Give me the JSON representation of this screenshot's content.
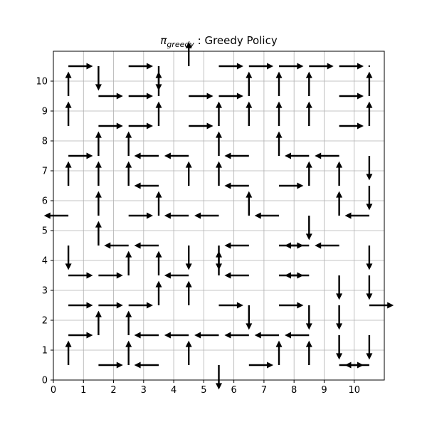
{
  "chart_data": {
    "type": "quiver",
    "title_symbol": "π",
    "title_subscript": "greedy",
    "title_text": " : Greedy Policy",
    "xlim": [
      0,
      11
    ],
    "ylim": [
      0,
      11
    ],
    "xticks": [
      0,
      1,
      2,
      3,
      4,
      5,
      6,
      7,
      8,
      9,
      10
    ],
    "yticks": [
      0,
      1,
      2,
      3,
      4,
      5,
      6,
      7,
      8,
      9,
      10
    ],
    "grid": true,
    "arrow_color": "#000000",
    "grid_color": "#b0b0b0",
    "policy_rows": [
      "RDRDURRRRRN",
      "URRURRUUURU",
      "URRURUUUURU",
      "RUULLULULLD",
      "UUULUULRUUD",
      "LURULLULDUL",
      "DULLDDLRLLD",
      "RRUULULRLDD",
      "RRRUURDRDDR",
      "RUULLLLLLDD",
      "URULUDRUURL"
    ]
  }
}
